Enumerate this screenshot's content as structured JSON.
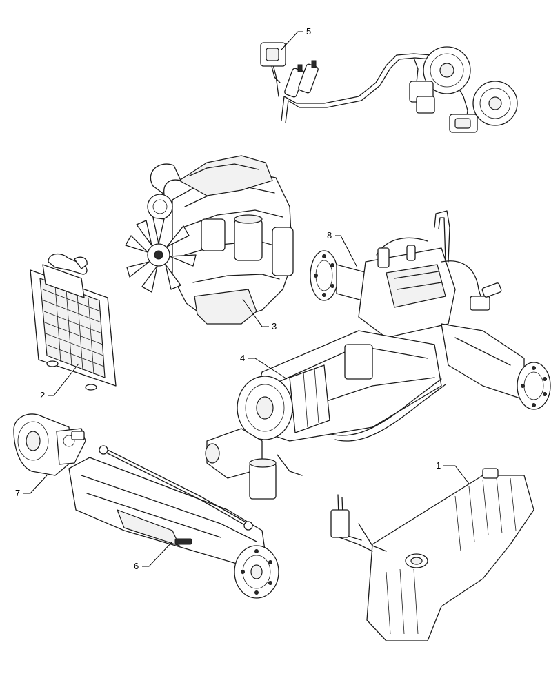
{
  "callouts": {
    "fuel_tank": "1",
    "radiator": "2",
    "engine": "3",
    "transmission": "4",
    "brake_lines": "5",
    "front_axle": "6",
    "front_hub_drive": "7",
    "rear_axle": "8"
  }
}
